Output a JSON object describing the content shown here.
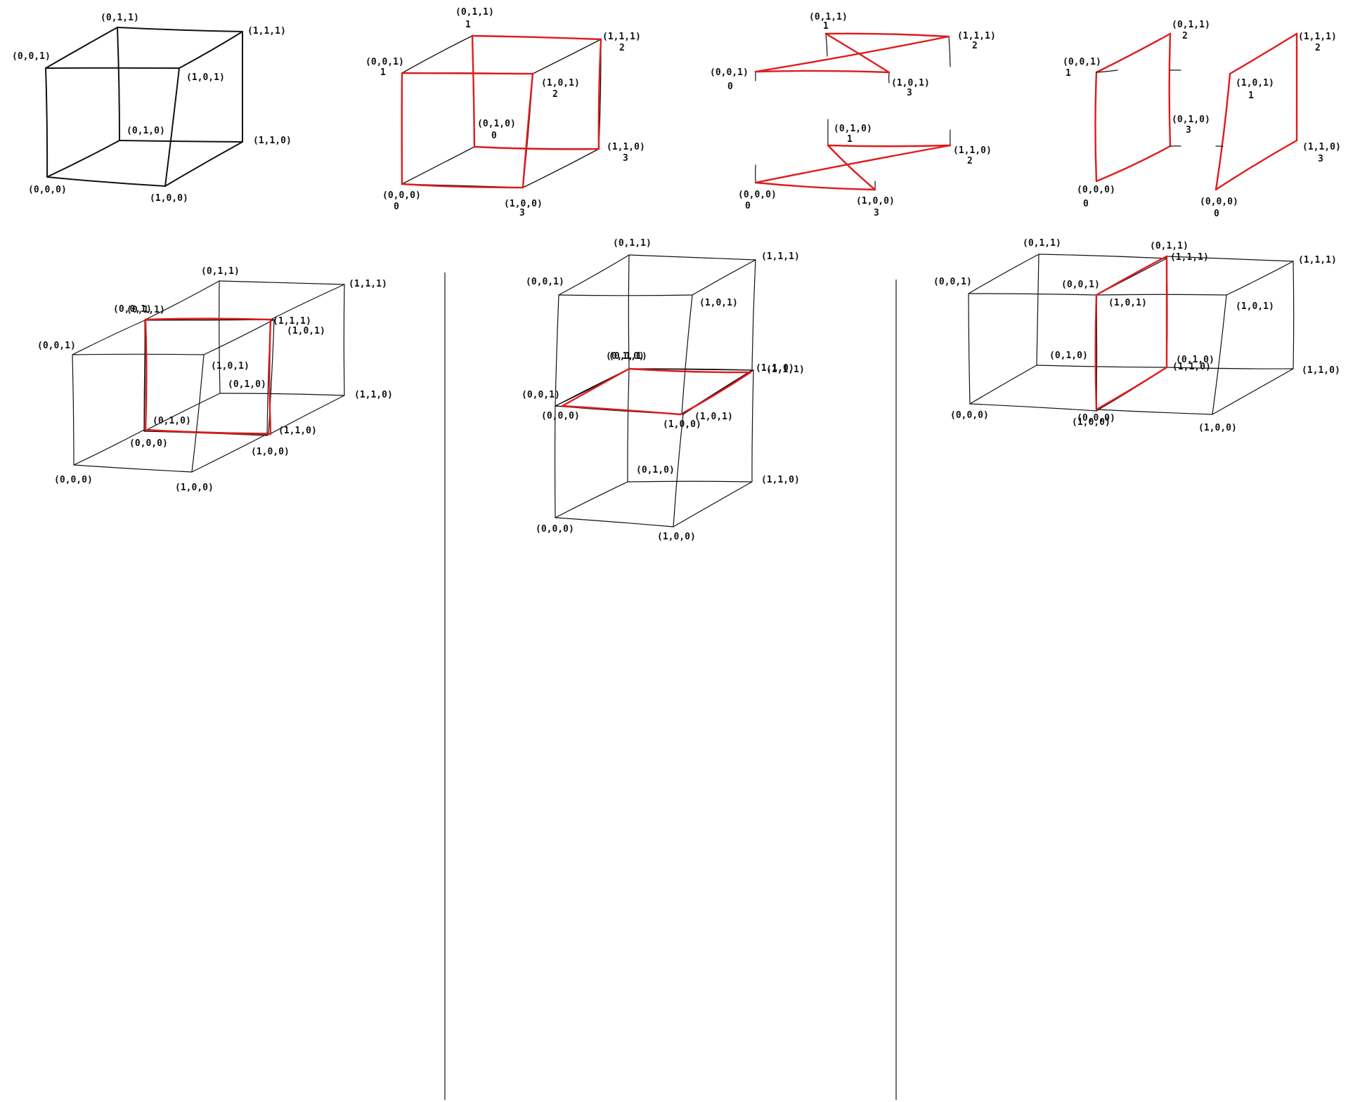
{
  "colors": {
    "ink": "#111111",
    "highlight": "#e01b1b",
    "divider": "#444444"
  },
  "vertex_labels": {
    "v000": "(0,0,0)",
    "v100": "(1,0,0)",
    "v010": "(0,1,0)",
    "v110": "(1,1,0)",
    "v001": "(0,0,1)",
    "v101": "(1,0,1)",
    "v011": "(0,1,1)",
    "v111": "(1,1,1)"
  },
  "face_index_labels": {
    "i0": "0",
    "i1": "1",
    "i2": "2",
    "i3": "3"
  },
  "overlap_labels": {
    "a": "(0,1,1)(0,1,0)",
    "b": "(1,1,1)(1,1,0)"
  },
  "panels": [
    {
      "name": "panel-unit-cube"
    },
    {
      "name": "panel-front-back-faces"
    },
    {
      "name": "panel-top-bottom-faces"
    },
    {
      "name": "panel-left-right-faces"
    },
    {
      "name": "panel-glued-x"
    },
    {
      "name": "panel-glued-z"
    },
    {
      "name": "panel-glued-y"
    }
  ]
}
